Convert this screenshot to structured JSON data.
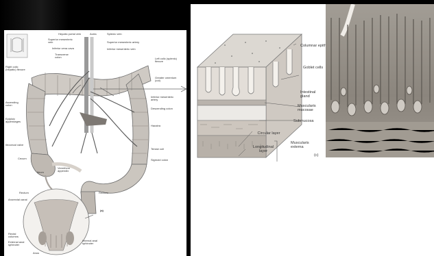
{
  "left_figure": {
    "labels": {
      "hepatic_portal_vein": "Hepatic portal vein",
      "aorta": "Aorta",
      "splenic_vein": "Splenic vein",
      "superior_mesenteric_vein": "Superior mesenteric vein",
      "superior_mesenteric_artery": "Superior mesenteric artery",
      "inferior_vena_cava": "Inferior vena cava",
      "inferior_mesenteric_vein": "Inferior mesenteric vein",
      "transverse_colon": "Transverse colon",
      "right_colic_flexure": "Right colic (hepatic) flexure",
      "left_colic_flexure": "Left colic (splenic) flexure",
      "greater_omentum": "Greater omentum (cut)",
      "ascending_colon": "Ascending colon",
      "epiploic_appendages": "Epiploic appendages",
      "inferior_mesenteric_artery": "Inferior mesenteric artery",
      "descending_colon": "Descending colon",
      "haustra": "Haustra",
      "ileocecal_valve": "Ileocecal valve",
      "teniae_coli": "Teniae coli",
      "cecum": "Cecum",
      "sigmoid_colon": "Sigmoid colon",
      "ileum": "Ileum",
      "vermiform_appendix": "Vermiform appendix",
      "rectum": "Rectum",
      "anorectal_canal": "Anorectal canal",
      "panel_a": "(a)",
      "rectal_columns": "Rectal columns",
      "external_anal_sphincter": "External anal sphincter",
      "internal_anal_sphincter": "Internal anal sphincter",
      "anus": "Anus"
    }
  },
  "right_figure": {
    "labels": {
      "columnar_epithelium": "Columnar epithelium",
      "goblet_cells": "Goblet cells",
      "intestinal_gland": "Intestinal gland",
      "muscularis_mucosae": "Muscularis mucosae",
      "submucosa": "Submucosa",
      "circular_layer": "Circular layer",
      "longitudinal_layer": "Longitudinal layer",
      "muscularis_externa": "Muscularis externa",
      "panel_c": "(c)"
    }
  },
  "colors": {
    "background": "#000000",
    "panel": "#ffffff",
    "tissue": "#c9c4bd",
    "micrograph": "#8f8a82"
  }
}
